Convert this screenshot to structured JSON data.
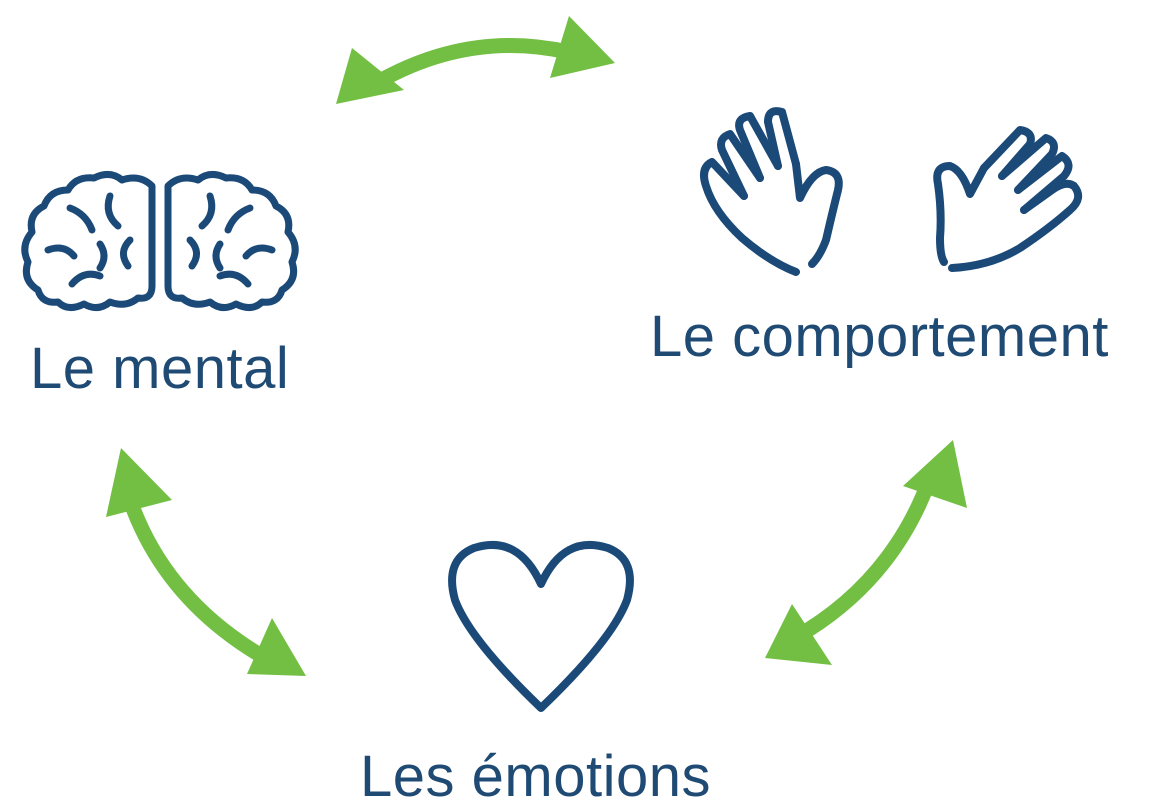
{
  "colors": {
    "text": "#1f4a74",
    "icon": "#1c4a78",
    "arrow": "#72bf44"
  },
  "nodes": [
    {
      "id": "mental",
      "label": "Le mental",
      "icon": "brain-icon"
    },
    {
      "id": "comportement",
      "label": "Le comportement",
      "icon": "hands-icon"
    },
    {
      "id": "emotions",
      "label": "Les émotions",
      "icon": "heart-icon"
    }
  ],
  "edges": [
    {
      "from": "mental",
      "to": "comportement",
      "style": "double-arrow"
    },
    {
      "from": "comportement",
      "to": "emotions",
      "style": "double-arrow"
    },
    {
      "from": "emotions",
      "to": "mental",
      "style": "double-arrow"
    }
  ]
}
